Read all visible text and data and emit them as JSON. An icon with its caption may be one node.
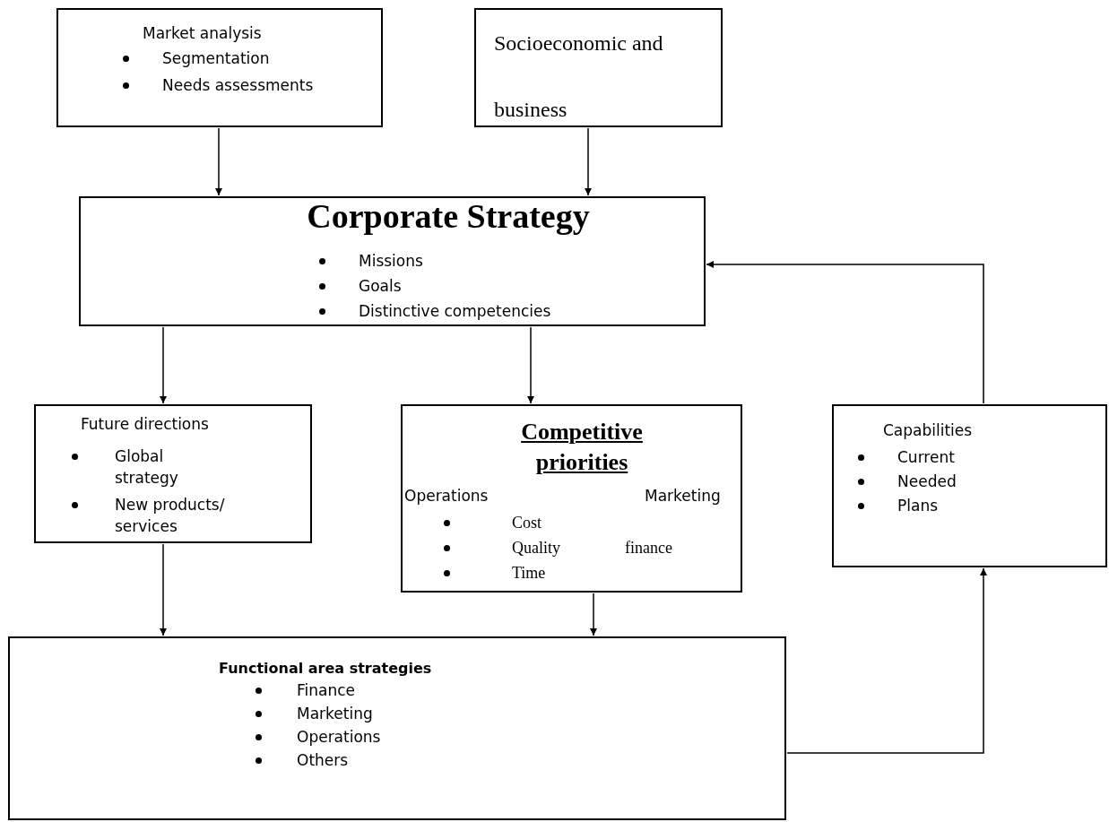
{
  "diagram": {
    "nodes": [
      {
        "text": [
          "Market analysis",
          "Segmentation",
          "Needs assessments"
        ]
      },
      {
        "text": [
          "Socioeconomic and business"
        ]
      },
      {
        "text": [
          "Corporate Strategy",
          "Missions",
          "Goals",
          "Distinctive competencies"
        ]
      },
      {
        "text": [
          "Future directions",
          "Global strategy",
          "New products/ services"
        ]
      },
      {
        "text": [
          "Competitive priorities",
          "Operations",
          "Marketing",
          "Cost",
          "Quality",
          "finance",
          "Time"
        ]
      },
      {
        "text": [
          "Capabilities",
          "Current",
          "Needed",
          "Plans"
        ]
      },
      {
        "text": [
          "Functional area strategies",
          "Finance",
          "Marketing",
          "Operations",
          "Others"
        ]
      }
    ],
    "edges": [
      {
        "from": 0,
        "to": 2,
        "arrow": "to"
      },
      {
        "from": 1,
        "to": 2,
        "arrow": "to"
      },
      {
        "from": 2,
        "to": 3,
        "arrow": "to"
      },
      {
        "from": 2,
        "to": 4,
        "arrow": "to"
      },
      {
        "from": 3,
        "to": 6,
        "arrow": "to"
      },
      {
        "from": 4,
        "to": 6,
        "arrow": "to"
      },
      {
        "from": 6,
        "to": 5,
        "arrow": "to"
      },
      {
        "from": 5,
        "to": 2,
        "arrow": "to"
      }
    ]
  }
}
